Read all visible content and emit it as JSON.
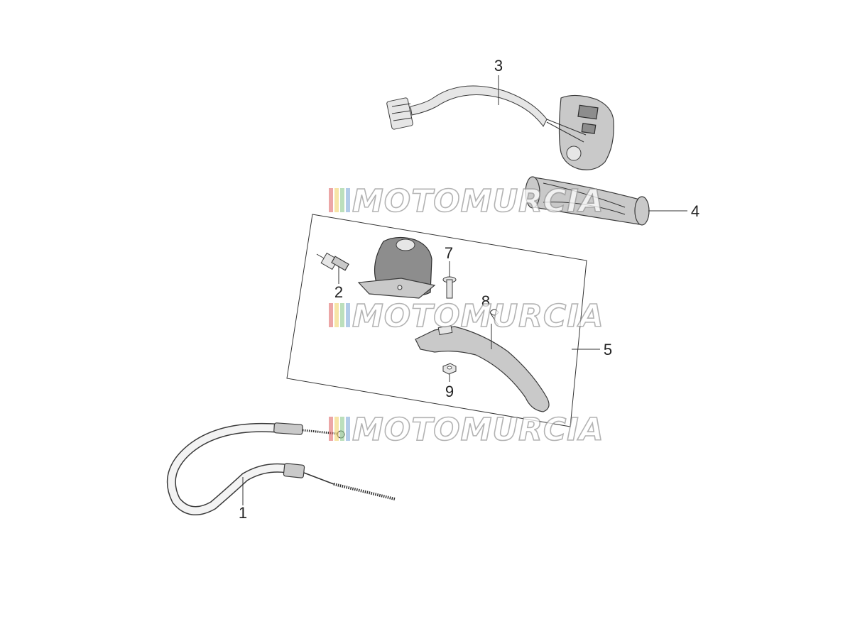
{
  "diagram": {
    "callouts": [
      {
        "id": "callout-1",
        "label": "1"
      },
      {
        "id": "callout-2",
        "label": "2"
      },
      {
        "id": "callout-3",
        "label": "3"
      },
      {
        "id": "callout-4",
        "label": "4"
      },
      {
        "id": "callout-5",
        "label": "5"
      },
      {
        "id": "callout-7",
        "label": "7"
      },
      {
        "id": "callout-8",
        "label": "8"
      },
      {
        "id": "callout-9",
        "label": "9"
      }
    ],
    "watermark": {
      "text": "MOTOMURCIA",
      "stripe_colors": [
        "#e06a6a",
        "#f2d36b",
        "#8fc98f",
        "#7fa8d9"
      ]
    }
  }
}
